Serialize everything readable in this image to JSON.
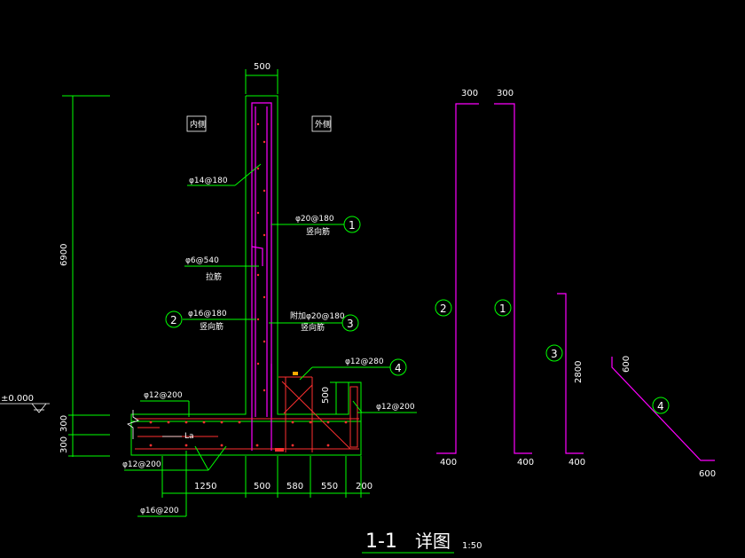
{
  "colors": {
    "background": "#000000",
    "outline": "#00ff00",
    "rebar": "#ff00ff",
    "bottom_rebar": "#ff3030",
    "text": "#ffffff"
  },
  "dims": {
    "top_width": "500",
    "height_total": "6900",
    "base_300_a": "300",
    "base_300_b": "300",
    "elevation": "±0.000",
    "right_500": "500",
    "bottom_1250": "1250",
    "bottom_500": "500",
    "bottom_580": "580",
    "bottom_550": "550",
    "bottom_200": "200"
  },
  "labels": {
    "inner_side": "内侧",
    "outer_side": "外侧",
    "phi14": "φ14@180",
    "phi20": "φ20@180",
    "vertical1": "竖向筋",
    "phi6": "φ6@540",
    "tie": "拉筋",
    "phi16": "φ16@180",
    "vertical2": "竖向筋",
    "add_phi20": "附加φ20@180",
    "vertical3": "竖向筋",
    "phi12_280": "φ12@280",
    "phi12_200_right": "φ12@200",
    "phi12_200_left": "φ12@200",
    "la": "La",
    "phi12_200_bottom": "φ12@200",
    "phi16_200": "φ16@200"
  },
  "bubbles": [
    "1",
    "2",
    "3",
    "4"
  ],
  "detail": {
    "top_300_a": "300",
    "top_300_b": "300",
    "bottom_400_a": "400",
    "bottom_400_b": "400",
    "bottom_400_c": "400",
    "dim_2800": "2800",
    "dim_600_top": "600",
    "dim_600_bottom": "600",
    "bar2": "2",
    "bar1": "1",
    "bar3": "3",
    "bar4": "4"
  },
  "title": {
    "section": "1-1",
    "name": "详图",
    "scale": "1:50"
  }
}
